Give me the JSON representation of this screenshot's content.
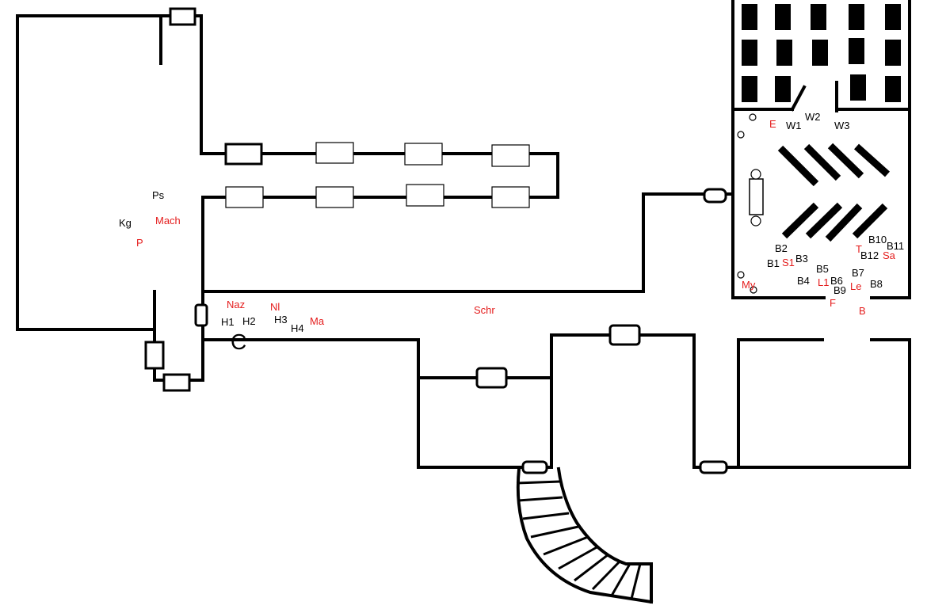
{
  "colors": {
    "wall": "#000000",
    "label_red": "#e41c1c",
    "label_black": "#000000"
  },
  "labels": {
    "ps": "Ps",
    "kg": "Kg",
    "mach": "Mach",
    "p": "P",
    "naz": "Naz",
    "nl": "Nl",
    "h1": "H1",
    "h2": "H2",
    "h3": "H3",
    "h4": "H4",
    "ma": "Ma",
    "c": "C",
    "schr": "Schr",
    "e": "E",
    "w1": "W1",
    "w2": "W2",
    "w3": "W3",
    "b1": "B1",
    "b2": "B2",
    "b3": "B3",
    "b4": "B4",
    "b5": "B5",
    "b6": "B6",
    "b7": "B7",
    "b8": "B8",
    "b9": "B9",
    "b10": "B10",
    "b11": "B11",
    "b12": "B12",
    "s1": "S1",
    "t": "T",
    "sa": "Sa",
    "my": "My",
    "l1": "L1",
    "le": "Le",
    "f": "F",
    "b": "B"
  }
}
